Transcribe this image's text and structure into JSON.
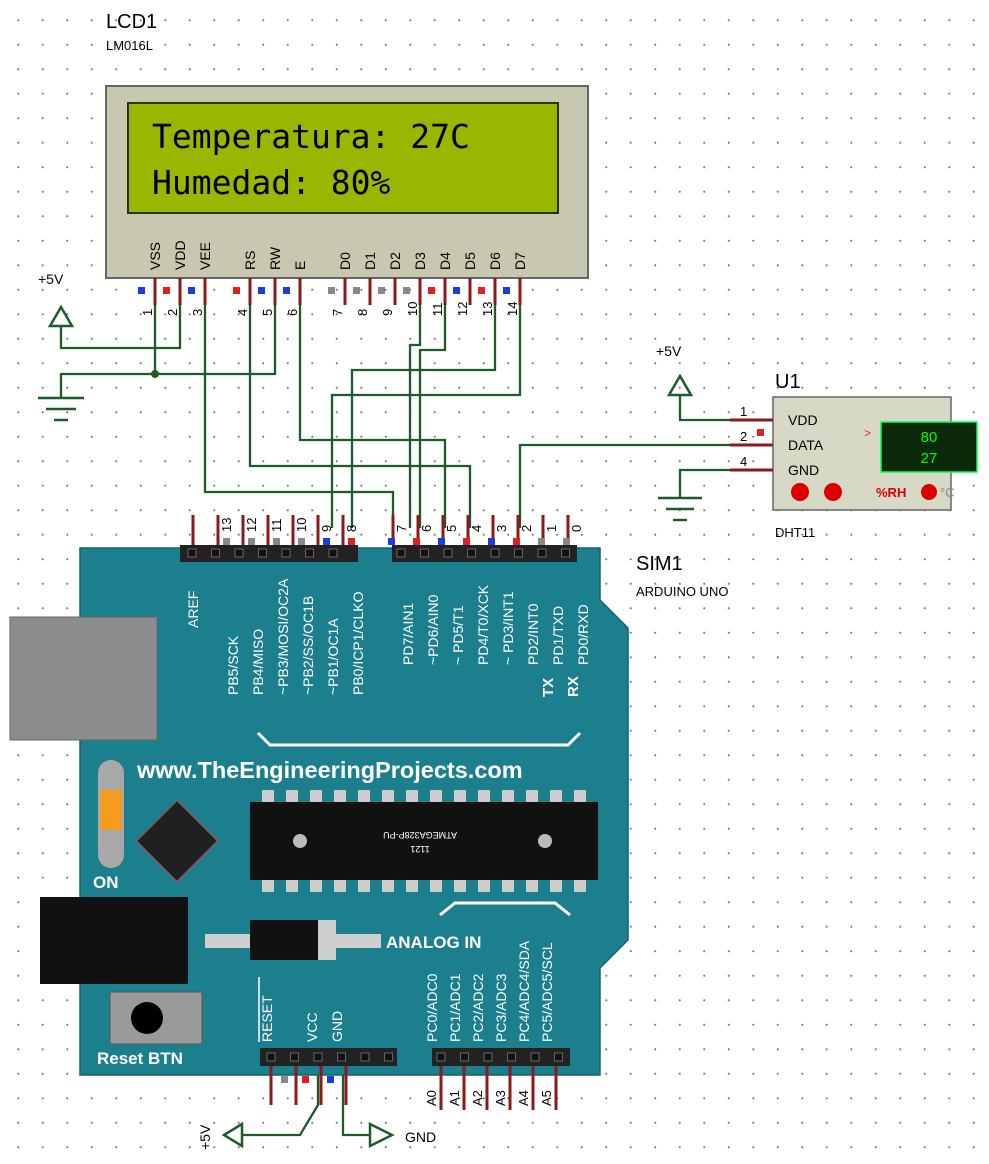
{
  "lcd": {
    "ref": "LCD1",
    "model": "LM016L",
    "line1": "Temperatura: 27C",
    "line2": "Humedad: 80%",
    "pin_names": [
      "VSS",
      "VDD",
      "VEE",
      "RS",
      "RW",
      "E",
      "D0",
      "D1",
      "D2",
      "D3",
      "D4",
      "D5",
      "D6",
      "D7"
    ],
    "pin_numbers": [
      "1",
      "2",
      "3",
      "4",
      "5",
      "6",
      "7",
      "8",
      "9",
      "10",
      "11",
      "12",
      "13",
      "14"
    ]
  },
  "power": {
    "vcc_label": "+5V",
    "gnd_label": "GND"
  },
  "sensor": {
    "ref": "U1",
    "model": "DHT11",
    "pin_names": [
      "VDD",
      "DATA",
      "GND"
    ],
    "pin_numbers": [
      "1",
      "2",
      "4"
    ],
    "humidity": "80",
    "temperature": "27",
    "arrow": ">",
    "unit_rh": "%RH",
    "unit_c": "°C"
  },
  "arduino": {
    "ref": "SIM1",
    "model": "ARDUINO UNO",
    "website": "www.TheEngineeringProjects.com",
    "on_label": "ON",
    "analog_label": "ANALOG IN",
    "reset_label": "Reset BTN",
    "chip_text": "ATMEGA328P-PU",
    "chip_code": "1121",
    "aref": "AREF",
    "top_left_pins": [
      "13",
      "12",
      "11",
      "10",
      "9",
      "8"
    ],
    "top_left_labels": [
      "PB5/SCK",
      "PB4/MISO",
      "~PB3/MOSI/OC2A",
      "~PB2/SS/OC1B",
      "~PB1/OC1A",
      "PB0/ICP1/CLKO"
    ],
    "top_right_pins": [
      "7",
      "6",
      "5",
      "4",
      "3",
      "2",
      "1",
      "0"
    ],
    "top_right_labels": [
      "PD7/AIN1",
      "~PD6/AIN0",
      "~ PD5/T1",
      "PD4/T0/XCK",
      "~ PD3/INT1",
      "PD2/INT0",
      "PD1/TXD",
      "PD0/RXD"
    ],
    "tx_label": "TX",
    "rx_label": "RX",
    "power_labels": [
      "RESET",
      "VCC",
      "GND"
    ],
    "analog_labels": [
      "PC0/ADC0",
      "PC1/ADC1",
      "PC2/ADC2",
      "PC3/ADC3",
      "PC4/ADC4/SDA",
      "PC5/ADC5/SCL"
    ],
    "analog_pins": [
      "A0",
      "A1",
      "A2",
      "A3",
      "A4",
      "A5"
    ]
  }
}
